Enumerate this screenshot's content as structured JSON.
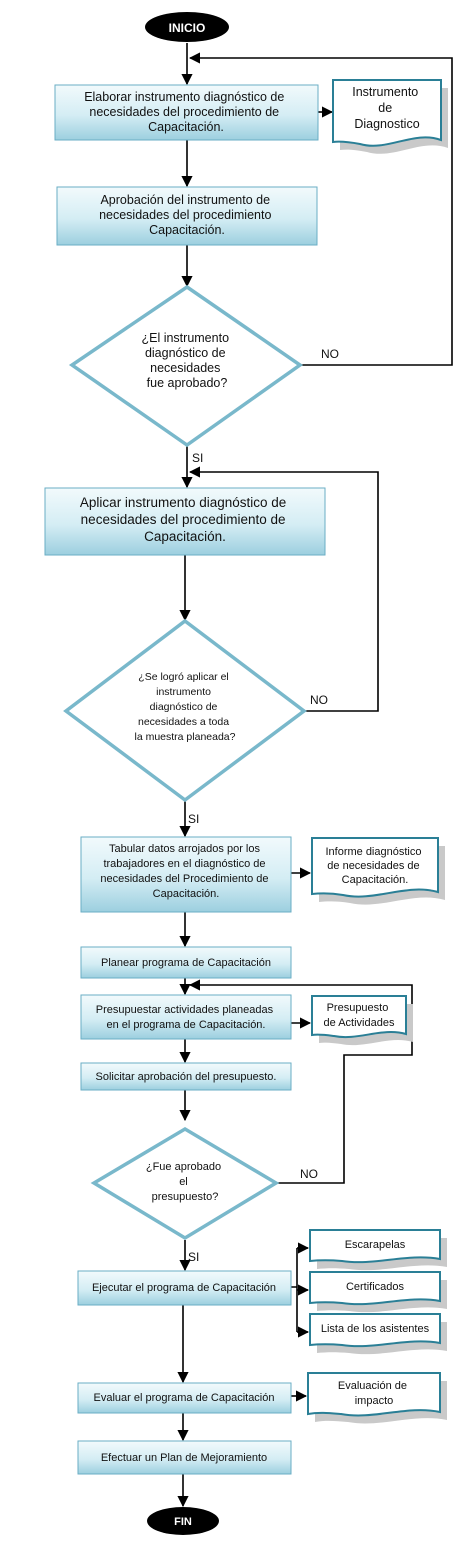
{
  "terminals": {
    "start": "INICIO",
    "end": "FIN"
  },
  "processes": {
    "p1": [
      "Elaborar instrumento diagnóstico de",
      "necesidades del procedimiento de",
      "Capacitación."
    ],
    "p2": [
      "Aprobación del instrumento de",
      "necesidades del procedimiento",
      "Capacitación."
    ],
    "p3": [
      "Aplicar instrumento diagnóstico de",
      "necesidades del procedimiento de",
      "Capacitación."
    ],
    "p4": [
      "Tabular datos arrojados por los",
      "trabajadores en el diagnóstico de",
      "necesidades del Procedimiento de",
      "Capacitación."
    ],
    "p5": [
      "Planear programa de Capacitación"
    ],
    "p6": [
      "Presupuestar actividades planeadas",
      "en el programa de Capacitación."
    ],
    "p7": [
      "Solicitar aprobación del presupuesto."
    ],
    "p8": [
      "Ejecutar el programa de Capacitación"
    ],
    "p9": [
      "Evaluar el programa de Capacitación"
    ],
    "p10": [
      "Efectuar un Plan de Mejoramiento"
    ]
  },
  "decisions": {
    "d1": [
      "¿El instrumento",
      "diagnóstico de",
      "necesidades",
      "fue aprobado?"
    ],
    "d2": [
      "¿Se logró aplicar el",
      "instrumento",
      "diagnóstico de",
      "necesidades  a toda",
      "la muestra planeada?"
    ],
    "d3": [
      "¿Fue aprobado",
      "el",
      "presupuesto?"
    ]
  },
  "documents": {
    "doc1": [
      "Instrumento",
      "de",
      "Diagnostico"
    ],
    "doc2": [
      "Informe diagnóstico",
      "de necesidades de",
      "Capacitación."
    ],
    "doc3": [
      "Presupuesto",
      "de Actividades"
    ],
    "doc4": [
      "Escarapelas"
    ],
    "doc5": [
      "Certificados"
    ],
    "doc6": [
      "Lista de los asistentes"
    ],
    "doc7": [
      "Evaluación de",
      "impacto"
    ]
  },
  "branch_labels": {
    "yes": "SI",
    "no": "NO"
  },
  "colors": {
    "box_light": "#eef8fb",
    "box_dark": "#9dd0e0",
    "box_border": "#6aaec4",
    "doc_border": "#2a7f96",
    "line": "#000000",
    "terminal": "#000000"
  }
}
